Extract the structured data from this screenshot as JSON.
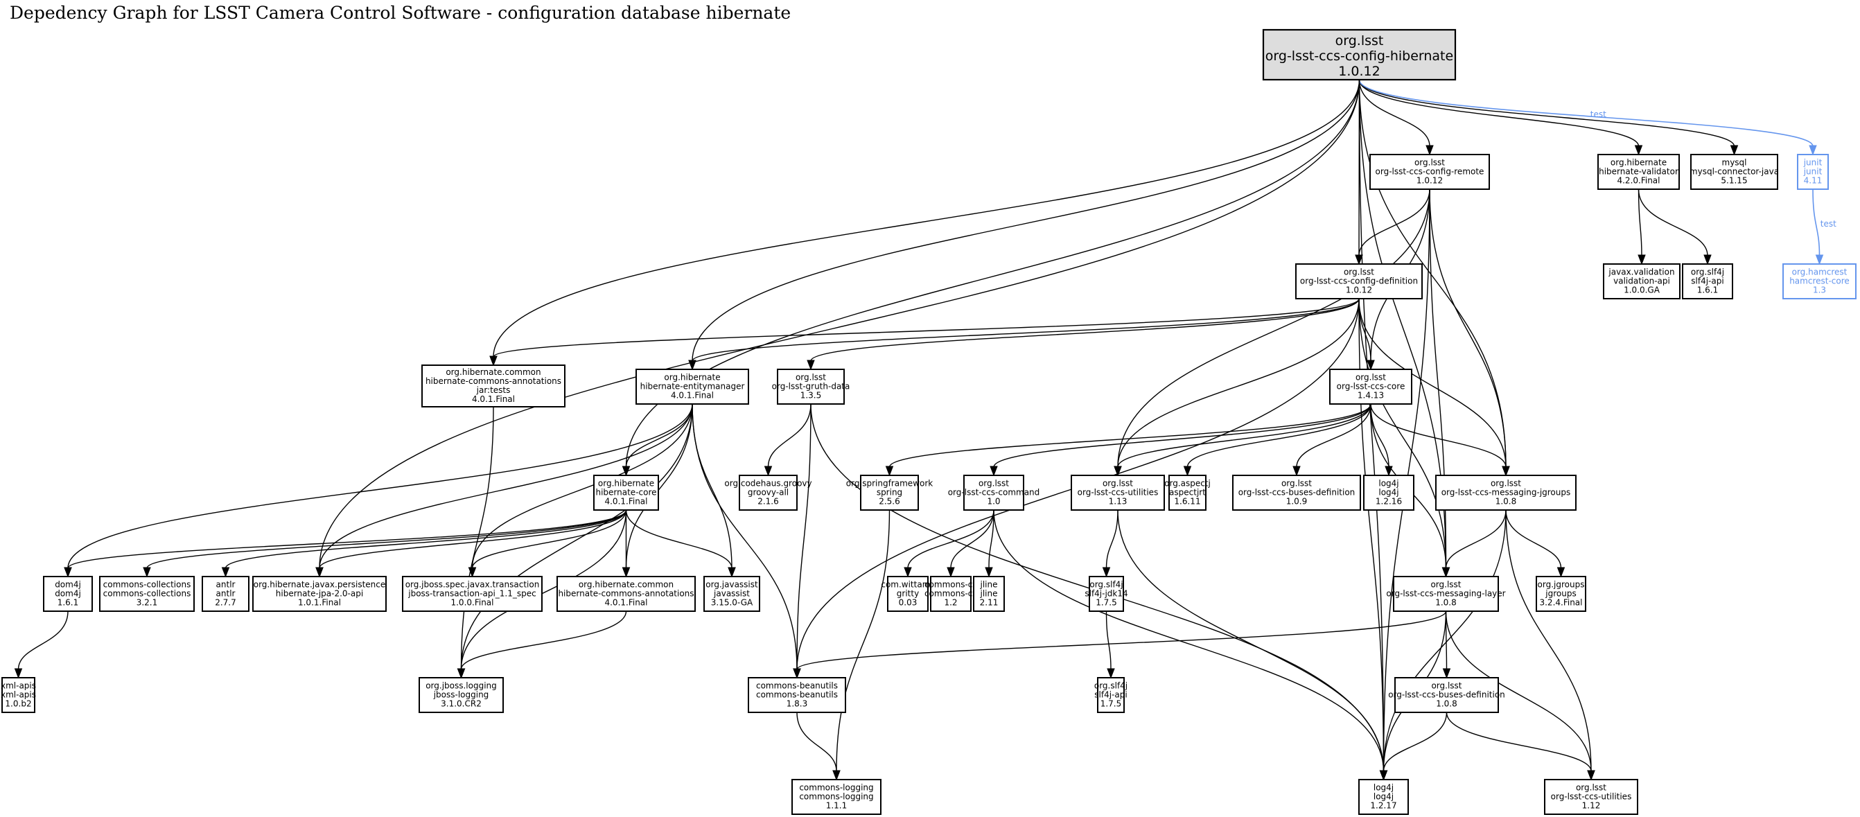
{
  "title": "Depedency Graph for LSST Camera Control Software - configuration database hibernate",
  "colors": {
    "test_edge": "#6495ed",
    "root_fill": "#dddddd",
    "node_stroke": "#000000"
  },
  "nodes": [
    {
      "id": "root",
      "lines": [
        "org.lsst",
        "org-lsst-ccs-config-hibernate",
        "1.0.12"
      ],
      "kind": "root"
    },
    {
      "id": "config-remote",
      "lines": [
        "org.lsst",
        "org-lsst-ccs-config-remote",
        "1.0.12"
      ]
    },
    {
      "id": "hibernate-validator",
      "lines": [
        "org.hibernate",
        "hibernate-validator",
        "4.2.0.Final"
      ]
    },
    {
      "id": "mysql",
      "lines": [
        "mysql",
        "mysql-connector-java",
        "5.1.15"
      ]
    },
    {
      "id": "junit",
      "lines": [
        "junit",
        "junit",
        "4.11"
      ],
      "kind": "test"
    },
    {
      "id": "config-definition",
      "lines": [
        "org.lsst",
        "org-lsst-ccs-config-definition",
        "1.0.12"
      ]
    },
    {
      "id": "validation-api",
      "lines": [
        "javax.validation",
        "validation-api",
        "1.0.0.GA"
      ]
    },
    {
      "id": "slf4j-api-161",
      "lines": [
        "org.slf4j",
        "slf4j-api",
        "1.6.1"
      ]
    },
    {
      "id": "hamcrest",
      "lines": [
        "org.hamcrest",
        "hamcrest-core",
        "1.3"
      ],
      "kind": "test"
    },
    {
      "id": "hca-tests",
      "lines": [
        "org.hibernate.common",
        "hibernate-commons-annotations",
        "jar:tests",
        "4.0.1.Final"
      ]
    },
    {
      "id": "entitymanager",
      "lines": [
        "org.hibernate",
        "hibernate-entitymanager",
        "4.0.1.Final"
      ]
    },
    {
      "id": "gruth-data",
      "lines": [
        "org.lsst",
        "org-lsst-gruth-data",
        "1.3.5"
      ]
    },
    {
      "id": "ccs-core",
      "lines": [
        "org.lsst",
        "org-lsst-ccs-core",
        "1.4.13"
      ]
    },
    {
      "id": "hibernate-core",
      "lines": [
        "org.hibernate",
        "hibernate-core",
        "4.0.1.Final"
      ]
    },
    {
      "id": "groovy",
      "lines": [
        "org.codehaus.groovy",
        "groovy-all",
        "2.1.6"
      ]
    },
    {
      "id": "spring",
      "lines": [
        "org.springframework",
        "spring",
        "2.5.6"
      ]
    },
    {
      "id": "ccs-command",
      "lines": [
        "org.lsst",
        "org-lsst-ccs-command",
        "1.0"
      ]
    },
    {
      "id": "ccs-utilities-113",
      "lines": [
        "org.lsst",
        "org-lsst-ccs-utilities",
        "1.13"
      ]
    },
    {
      "id": "aspectj",
      "lines": [
        "org.aspectj",
        "aspectjrt",
        "1.6.11"
      ]
    },
    {
      "id": "buses-def-109",
      "lines": [
        "org.lsst",
        "org-lsst-ccs-buses-definition",
        "1.0.9"
      ]
    },
    {
      "id": "log4j-1216",
      "lines": [
        "log4j",
        "log4j",
        "1.2.16"
      ]
    },
    {
      "id": "messaging-jgroups",
      "lines": [
        "org.lsst",
        "org-lsst-ccs-messaging-jgroups",
        "1.0.8"
      ]
    },
    {
      "id": "dom4j",
      "lines": [
        "dom4j",
        "dom4j",
        "1.6.1"
      ]
    },
    {
      "id": "commons-collections",
      "lines": [
        "commons-collections",
        "commons-collections",
        "3.2.1"
      ]
    },
    {
      "id": "antlr",
      "lines": [
        "antlr",
        "antlr",
        "2.7.7"
      ]
    },
    {
      "id": "jpa-api",
      "lines": [
        "org.hibernate.javax.persistence",
        "hibernate-jpa-2.0-api",
        "1.0.1.Final"
      ]
    },
    {
      "id": "jboss-transaction",
      "lines": [
        "org.jboss.spec.javax.transaction",
        "jboss-transaction-api_1.1_spec",
        "1.0.0.Final"
      ]
    },
    {
      "id": "hca",
      "lines": [
        "org.hibernate.common",
        "hibernate-commons-annotations",
        "4.0.1.Final"
      ]
    },
    {
      "id": "javassist",
      "lines": [
        "org.javassist",
        "javassist",
        "3.15.0-GA"
      ]
    },
    {
      "id": "gritty",
      "lines": [
        "com.wittams",
        "gritty",
        "0.03"
      ]
    },
    {
      "id": "commons-cli",
      "lines": [
        "commons-cli",
        "commons-cli",
        "1.2"
      ]
    },
    {
      "id": "jline",
      "lines": [
        "jline",
        "jline",
        "2.11"
      ]
    },
    {
      "id": "slf4j-jdk14",
      "lines": [
        "org.slf4j",
        "slf4j-jdk14",
        "1.7.5"
      ]
    },
    {
      "id": "messaging-layer",
      "lines": [
        "org.lsst",
        "org-lsst-ccs-messaging-layer",
        "1.0.8"
      ]
    },
    {
      "id": "jgroups",
      "lines": [
        "org.jgroups",
        "jgroups",
        "3.2.4.Final"
      ]
    },
    {
      "id": "xml-apis",
      "lines": [
        "xml-apis",
        "xml-apis",
        "1.0.b2"
      ]
    },
    {
      "id": "jboss-logging",
      "lines": [
        "org.jboss.logging",
        "jboss-logging",
        "3.1.0.CR2"
      ]
    },
    {
      "id": "beanutils",
      "lines": [
        "commons-beanutils",
        "commons-beanutils",
        "1.8.3"
      ]
    },
    {
      "id": "slf4j-api-175",
      "lines": [
        "org.slf4j",
        "slf4j-api",
        "1.7.5"
      ]
    },
    {
      "id": "buses-def-108",
      "lines": [
        "org.lsst",
        "org-lsst-ccs-buses-definition",
        "1.0.8"
      ]
    },
    {
      "id": "commons-logging",
      "lines": [
        "commons-logging",
        "commons-logging",
        "1.1.1"
      ]
    },
    {
      "id": "log4j-1217",
      "lines": [
        "log4j",
        "log4j",
        "1.2.17"
      ]
    },
    {
      "id": "ccs-utilities-112",
      "lines": [
        "org.lsst",
        "org-lsst-ccs-utilities",
        "1.12"
      ]
    }
  ],
  "edges": [
    {
      "from": "root",
      "to": "config-remote"
    },
    {
      "from": "root",
      "to": "config-definition"
    },
    {
      "from": "root",
      "to": "hibernate-validator"
    },
    {
      "from": "root",
      "to": "mysql"
    },
    {
      "from": "root",
      "to": "junit",
      "label": "test",
      "kind": "test"
    },
    {
      "from": "root",
      "to": "hca-tests"
    },
    {
      "from": "root",
      "to": "entitymanager"
    },
    {
      "from": "root",
      "to": "hibernate-core"
    },
    {
      "from": "root",
      "to": "jpa-api"
    },
    {
      "from": "root",
      "to": "messaging-jgroups"
    },
    {
      "from": "root",
      "to": "messaging-layer"
    },
    {
      "from": "root",
      "to": "log4j-1217"
    },
    {
      "from": "junit",
      "to": "hamcrest",
      "label": "test",
      "kind": "test"
    },
    {
      "from": "hibernate-validator",
      "to": "validation-api"
    },
    {
      "from": "hibernate-validator",
      "to": "slf4j-api-161"
    },
    {
      "from": "config-remote",
      "to": "config-definition"
    },
    {
      "from": "config-remote",
      "to": "ccs-core"
    },
    {
      "from": "config-remote",
      "to": "ccs-utilities-113"
    },
    {
      "from": "config-remote",
      "to": "messaging-jgroups"
    },
    {
      "from": "config-remote",
      "to": "messaging-layer"
    },
    {
      "from": "config-remote",
      "to": "log4j-1217"
    },
    {
      "from": "config-definition",
      "to": "hca-tests"
    },
    {
      "from": "config-definition",
      "to": "entitymanager"
    },
    {
      "from": "config-definition",
      "to": "gruth-data"
    },
    {
      "from": "config-definition",
      "to": "ccs-core"
    },
    {
      "from": "config-definition",
      "to": "ccs-utilities-113"
    },
    {
      "from": "config-definition",
      "to": "messaging-jgroups"
    },
    {
      "from": "config-definition",
      "to": "messaging-layer"
    },
    {
      "from": "config-definition",
      "to": "beanutils"
    },
    {
      "from": "config-definition",
      "to": "log4j-1217"
    },
    {
      "from": "hca-tests",
      "to": "jboss-logging"
    },
    {
      "from": "entitymanager",
      "to": "hibernate-core"
    },
    {
      "from": "entitymanager",
      "to": "dom4j"
    },
    {
      "from": "entitymanager",
      "to": "jpa-api"
    },
    {
      "from": "entitymanager",
      "to": "jboss-transaction"
    },
    {
      "from": "entitymanager",
      "to": "hca"
    },
    {
      "from": "entitymanager",
      "to": "javassist"
    },
    {
      "from": "entitymanager",
      "to": "jboss-logging"
    },
    {
      "from": "entitymanager",
      "to": "beanutils"
    },
    {
      "from": "gruth-data",
      "to": "groovy"
    },
    {
      "from": "gruth-data",
      "to": "beanutils"
    },
    {
      "from": "gruth-data",
      "to": "log4j-1217"
    },
    {
      "from": "hibernate-core",
      "to": "dom4j"
    },
    {
      "from": "hibernate-core",
      "to": "commons-collections"
    },
    {
      "from": "hibernate-core",
      "to": "antlr"
    },
    {
      "from": "hibernate-core",
      "to": "jpa-api"
    },
    {
      "from": "hibernate-core",
      "to": "jboss-transaction"
    },
    {
      "from": "hibernate-core",
      "to": "hca"
    },
    {
      "from": "hibernate-core",
      "to": "javassist"
    },
    {
      "from": "hibernate-core",
      "to": "jboss-logging"
    },
    {
      "from": "ccs-core",
      "to": "spring"
    },
    {
      "from": "ccs-core",
      "to": "ccs-command"
    },
    {
      "from": "ccs-core",
      "to": "ccs-utilities-113"
    },
    {
      "from": "ccs-core",
      "to": "aspectj"
    },
    {
      "from": "ccs-core",
      "to": "buses-def-109"
    },
    {
      "from": "ccs-core",
      "to": "log4j-1216"
    },
    {
      "from": "ccs-core",
      "to": "messaging-jgroups"
    },
    {
      "from": "ccs-core",
      "to": "messaging-layer"
    },
    {
      "from": "spring",
      "to": "commons-logging"
    },
    {
      "from": "ccs-command",
      "to": "gritty"
    },
    {
      "from": "ccs-command",
      "to": "commons-cli"
    },
    {
      "from": "ccs-command",
      "to": "jline"
    },
    {
      "from": "ccs-command",
      "to": "log4j-1217"
    },
    {
      "from": "ccs-utilities-113",
      "to": "slf4j-jdk14"
    },
    {
      "from": "ccs-utilities-113",
      "to": "log4j-1217"
    },
    {
      "from": "messaging-jgroups",
      "to": "messaging-layer"
    },
    {
      "from": "messaging-jgroups",
      "to": "jgroups"
    },
    {
      "from": "messaging-jgroups",
      "to": "log4j-1217"
    },
    {
      "from": "messaging-jgroups",
      "to": "ccs-utilities-112"
    },
    {
      "from": "dom4j",
      "to": "xml-apis"
    },
    {
      "from": "hca",
      "to": "jboss-logging"
    },
    {
      "from": "slf4j-jdk14",
      "to": "slf4j-api-175"
    },
    {
      "from": "messaging-layer",
      "to": "beanutils"
    },
    {
      "from": "messaging-layer",
      "to": "buses-def-108"
    },
    {
      "from": "messaging-layer",
      "to": "log4j-1217"
    },
    {
      "from": "messaging-layer",
      "to": "ccs-utilities-112"
    },
    {
      "from": "buses-def-108",
      "to": "log4j-1217"
    },
    {
      "from": "buses-def-108",
      "to": "ccs-utilities-112"
    },
    {
      "from": "beanutils",
      "to": "commons-logging"
    }
  ]
}
